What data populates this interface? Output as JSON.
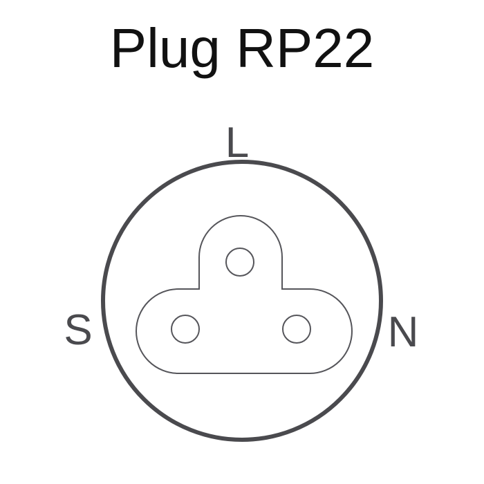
{
  "title": "Plug RP22",
  "labels": {
    "top": "L",
    "left": "S",
    "right": "N"
  },
  "colors": {
    "outline": "#4a4a4e",
    "face_outline": "#55555a",
    "label": "#4a4a4e",
    "title": "#111111"
  }
}
